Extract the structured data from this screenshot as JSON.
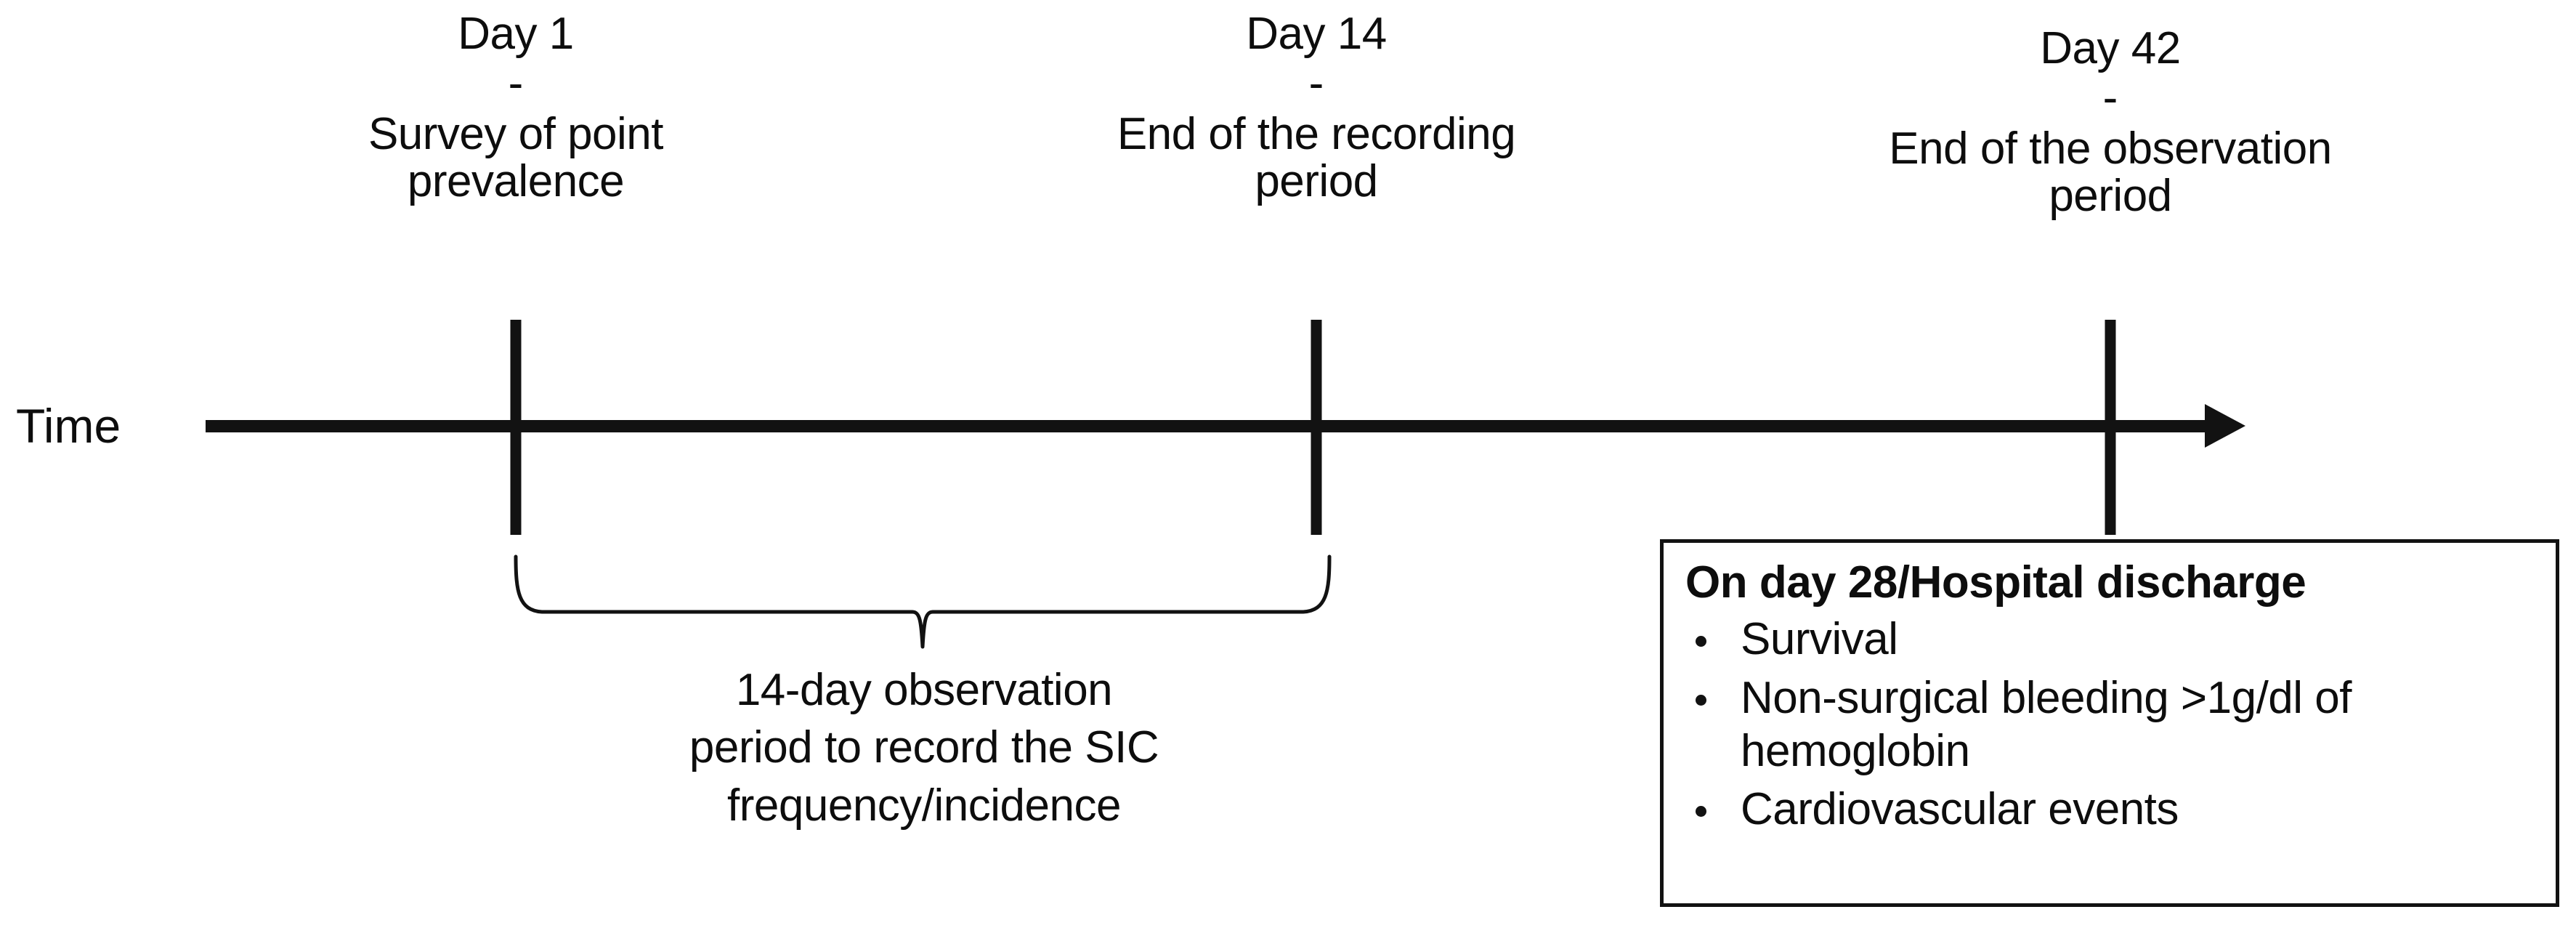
{
  "axis": {
    "label": "Time",
    "arrow_direction": "right"
  },
  "milestones": [
    {
      "day": "Day 1",
      "separator": "-",
      "description": "Survey of point prevalence",
      "description_lines": [
        "Survey of point",
        "prevalence"
      ]
    },
    {
      "day": "Day 14",
      "separator": "-",
      "description": "End of the recording period",
      "description_lines": [
        "End of the recording",
        "period"
      ]
    },
    {
      "day": "Day 42",
      "separator": "-",
      "description": "End of the observation period",
      "description_lines": [
        "End of the observation",
        "period"
      ]
    }
  ],
  "brace": {
    "caption": "14-day observation period to record the SIC frequency/incidence",
    "caption_lines": [
      "14-day observation",
      "period to record the SIC",
      "frequency/incidence"
    ]
  },
  "outcomes_box": {
    "title": "On day 28/Hospital discharge",
    "items": [
      "Survival",
      "Non-surgical bleeding >1g/dl of hemoglobin",
      "Cardiovascular events"
    ]
  },
  "colors": {
    "ink": "#121212",
    "background": "#ffffff"
  }
}
